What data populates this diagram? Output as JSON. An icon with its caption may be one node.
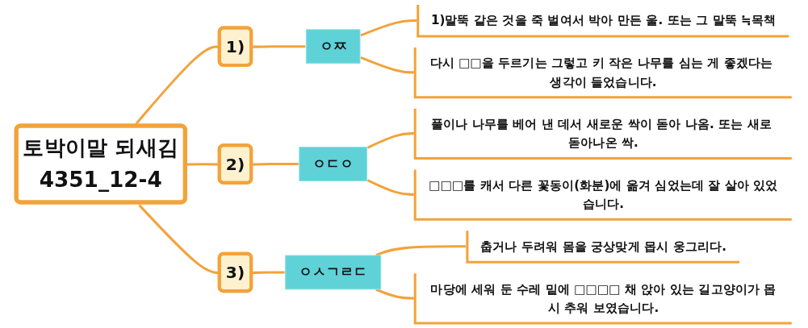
{
  "diagram": {
    "nodes": [
      {
        "text": [
          "토박이말 되새김",
          "4351_12-4"
        ]
      },
      {
        "text": [
          "1)"
        ]
      },
      {
        "text": [
          "ㅇㅉ"
        ]
      },
      {
        "text": [
          "1)말뚝 같은 것을 죽 벌여서 박아 만든 울. 또는 그 말뚝 ≒목책"
        ]
      },
      {
        "text": [
          "다시 □□을 두르기는 그렇고 키 작은 나무를 심는 게 좋겠다는 생각이 들었습니다."
        ]
      },
      {
        "text": [
          "2)"
        ]
      },
      {
        "text": [
          "ㅇㄷㅇ"
        ]
      },
      {
        "text": [
          "풀이나 나무를 베어 낸 데서 새로운 싹이 돋아 나옴. 또는 새로 돋아나온 싹."
        ]
      },
      {
        "text": [
          "□□□를 캐서 다른 꽃동이(화분)에 옮겨 심었는데 잘 살아 있었습니다."
        ]
      },
      {
        "text": [
          "3)"
        ]
      },
      {
        "text": [
          "ㅇㅅㄱㄹㄷ"
        ]
      },
      {
        "text": [
          "춥거나 두려워 몸을 궁상맞게 몹시 웅그리다."
        ]
      },
      {
        "text": [
          "마당에 세워 둔 수레 밑에 □□□□ 채 앉아 있는 길고양이가 몹시 추워 보였습니다."
        ]
      }
    ],
    "edges": [
      {
        "from": 0,
        "to": 1,
        "arrow": "none"
      },
      {
        "from": 1,
        "to": 2,
        "arrow": "none"
      },
      {
        "from": 2,
        "to": 3,
        "arrow": "none"
      },
      {
        "from": 2,
        "to": 4,
        "arrow": "none"
      },
      {
        "from": 0,
        "to": 5,
        "arrow": "none"
      },
      {
        "from": 5,
        "to": 6,
        "arrow": "none"
      },
      {
        "from": 6,
        "to": 7,
        "arrow": "none"
      },
      {
        "from": 6,
        "to": 8,
        "arrow": "none"
      },
      {
        "from": 0,
        "to": 9,
        "arrow": "none"
      },
      {
        "from": 9,
        "to": 10,
        "arrow": "none"
      },
      {
        "from": 10,
        "to": 11,
        "arrow": "none"
      },
      {
        "from": 10,
        "to": 12,
        "arrow": "none"
      }
    ]
  }
}
